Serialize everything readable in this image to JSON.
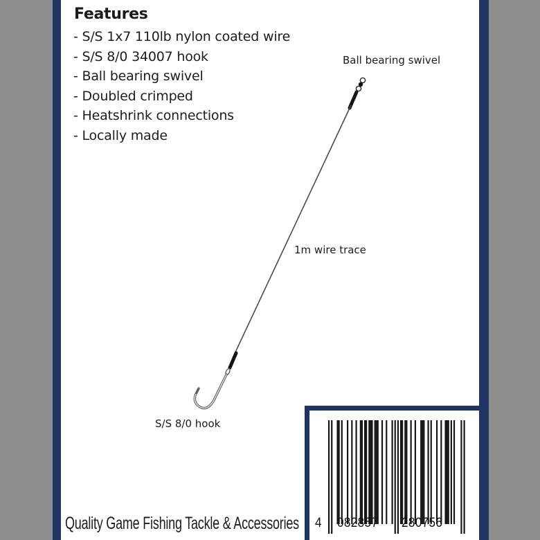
{
  "features": {
    "title": "Features",
    "items": [
      "- S/S 1x7 110lb nylon coated wire",
      "- S/S 8/0 34007 hook",
      "- Ball bearing swivel",
      "- Doubled crimped",
      "- Heatshrink connections",
      "- Locally made"
    ]
  },
  "diagram": {
    "swivel_label": "Ball bearing swivel",
    "wire_label": "1m wire trace",
    "hook_label": "S/S 8/0 hook"
  },
  "footer": {
    "tagline": "Quality Game Fishing Tackle & Accessories"
  },
  "barcode": {
    "first_digit": "4",
    "left_group": "082857",
    "right_group": "280756"
  },
  "colors": {
    "border": "#1f3462",
    "background": "#8e8e8e"
  }
}
